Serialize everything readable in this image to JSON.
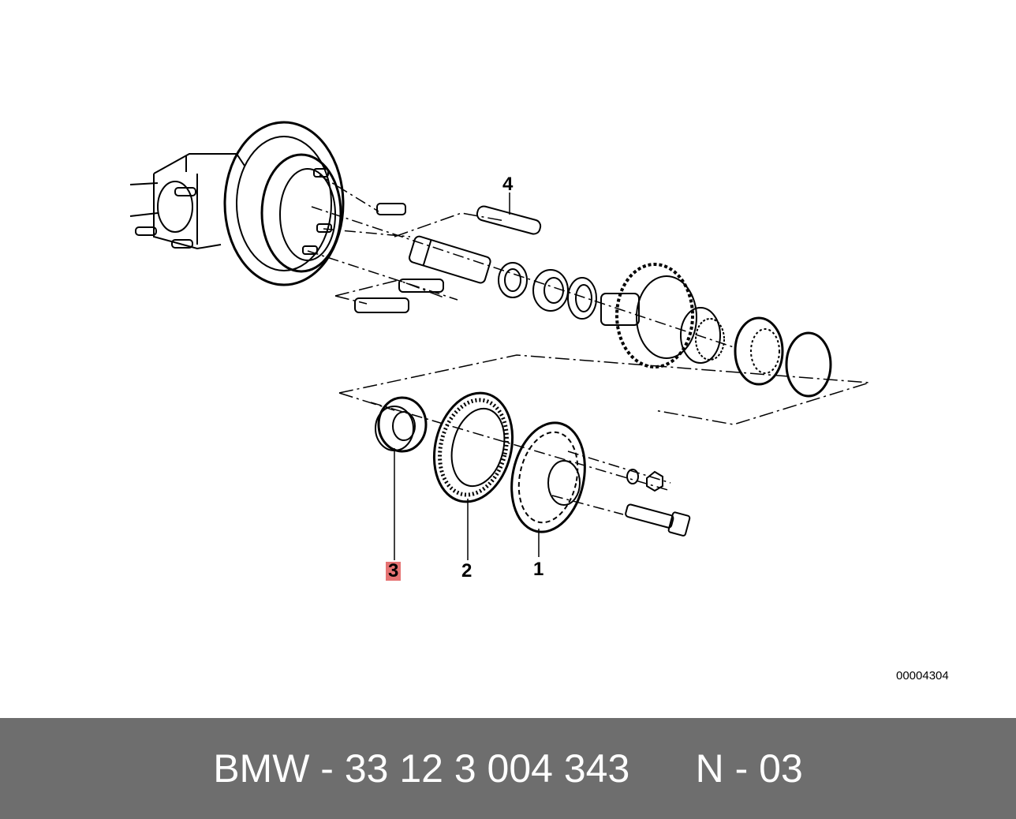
{
  "diagram": {
    "callouts": [
      {
        "id": "4",
        "label": "4",
        "highlighted": false
      },
      {
        "id": "3",
        "label": "3",
        "highlighted": true
      },
      {
        "id": "2",
        "label": "2",
        "highlighted": false
      },
      {
        "id": "1",
        "label": "1",
        "highlighted": false
      }
    ],
    "reference_number": "00004304",
    "highlight_color": "#e57373"
  },
  "footer": {
    "part_text": "BMW - 33 12 3 004 343",
    "position_text": "N - 03",
    "background_color": "#6e6e6e",
    "text_color": "#ffffff"
  }
}
